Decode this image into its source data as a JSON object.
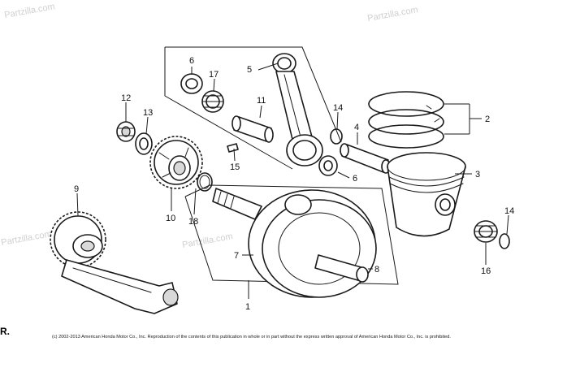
{
  "watermarks": [
    "Partzilla.com",
    "Partzilla.com",
    "Partzilla.com",
    "Partzilla.com"
  ],
  "copyright": "(c) 2002-2013 American Honda Motor Co., Inc. Reproduction of the contents of this publication in whole or in part without the express written approval of American Honda Motor Co., Inc. is prohibited.",
  "corner_mark": "R.",
  "callouts": {
    "c1": "1",
    "c2": "2",
    "c3": "3",
    "c4": "4",
    "c5": "5",
    "c6a": "6",
    "c6b": "6",
    "c7": "7",
    "c8": "8",
    "c9": "9",
    "c10": "10",
    "c11": "11",
    "c12": "12",
    "c13": "13",
    "c14a": "14",
    "c14b": "14",
    "c15": "15",
    "c16": "16",
    "c17": "17",
    "c18": "18"
  }
}
